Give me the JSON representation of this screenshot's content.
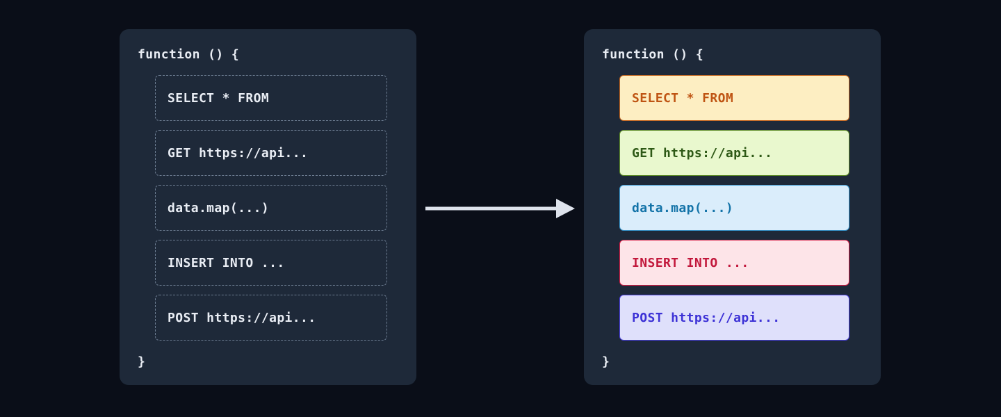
{
  "page": {
    "background_color": "#0a0e18",
    "panel_color": "#1e2939"
  },
  "left_panel": {
    "name": "unhighlighted-code-panel",
    "open_line": "function () {",
    "close_line": "}",
    "text_color": "#e9edf4",
    "box_border_color": "#6d7d92",
    "box_border_style": "dashed",
    "statements": [
      {
        "text": "SELECT * FROM"
      },
      {
        "text": "GET https://api..."
      },
      {
        "text": "data.map(...)"
      },
      {
        "text": "INSERT INTO ..."
      },
      {
        "text": "POST https://api..."
      }
    ]
  },
  "right_panel": {
    "name": "highlighted-code-panel",
    "open_line": "function () {",
    "close_line": "}",
    "text_color": "#e9edf4",
    "statements": [
      {
        "text": "SELECT * FROM",
        "kind": "sql-select",
        "background": "#fdeec2",
        "border": "#c2611a",
        "color": "#bf5413"
      },
      {
        "text": "GET https://api...",
        "kind": "http-get",
        "background": "#e9f8ce",
        "border": "#5d8b28",
        "color": "#2e5916"
      },
      {
        "text": "data.map(...)",
        "kind": "js-map",
        "background": "#daedfb",
        "border": "#3a9bd4",
        "color": "#1373a8"
      },
      {
        "text": "INSERT INTO ...",
        "kind": "sql-insert",
        "background": "#fde4e8",
        "border": "#d51c45",
        "color": "#c2183c"
      },
      {
        "text": "POST https://api...",
        "kind": "http-post",
        "background": "#dfe0fb",
        "border": "#4a3fe0",
        "color": "#3d32d6"
      }
    ]
  },
  "arrow": {
    "name": "transformation-arrow",
    "color": "#dee3ec",
    "direction": "right"
  }
}
